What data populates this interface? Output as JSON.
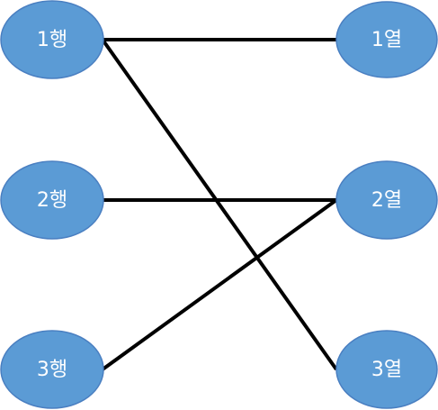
{
  "colors": {
    "node_fill": "#5b9bd5",
    "node_text": "#ffffff",
    "edge": "#000000",
    "background": "#ffffff"
  },
  "rows": [
    {
      "id": "r1",
      "label": "1행"
    },
    {
      "id": "r2",
      "label": "2행"
    },
    {
      "id": "r3",
      "label": "3행"
    }
  ],
  "columns": [
    {
      "id": "c1",
      "label": "1열"
    },
    {
      "id": "c2",
      "label": "2열"
    },
    {
      "id": "c3",
      "label": "3열"
    }
  ],
  "connections": [
    {
      "from": "r1",
      "to": "c1"
    },
    {
      "from": "r1",
      "to": "c3"
    },
    {
      "from": "r2",
      "to": "c2"
    },
    {
      "from": "r3",
      "to": "c2"
    }
  ]
}
